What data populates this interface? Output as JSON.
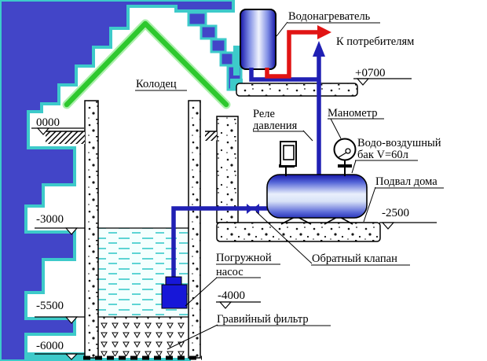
{
  "colors": {
    "background_blue": "#4245c8",
    "accent_cyan": "#3dcaca",
    "roof_green": "#2ec82e",
    "cold_pipe_blue": "#2020b4",
    "hot_pipe_red": "#e11414",
    "pump_blue": "#1717d8",
    "tank_dark_blue": "#1616a8",
    "water_dash_cyan": "#38c9c9"
  },
  "heater": {
    "label": "Водонагреватель",
    "to_consumers": "К потребителям"
  },
  "well": {
    "label": "Колодец",
    "pump_line1": "Погружной",
    "pump_line2": "насос",
    "gravel": "Гравийный фильтр"
  },
  "basement": {
    "relay_line1": "Реле",
    "relay_line2": "давления",
    "manometer": "Манометр",
    "tank_line1": "Водо-воздушный",
    "tank_line2": "бак V=60л",
    "room": "Подвал дома",
    "check_valve": "Обратный клапан"
  },
  "elevations": {
    "ground": "0000",
    "first_floor": "+0700",
    "basement_floor": "-2500",
    "water_level": "-3000",
    "pump": "-4000",
    "filter_top": "-5500",
    "well_bottom": "-6000"
  }
}
